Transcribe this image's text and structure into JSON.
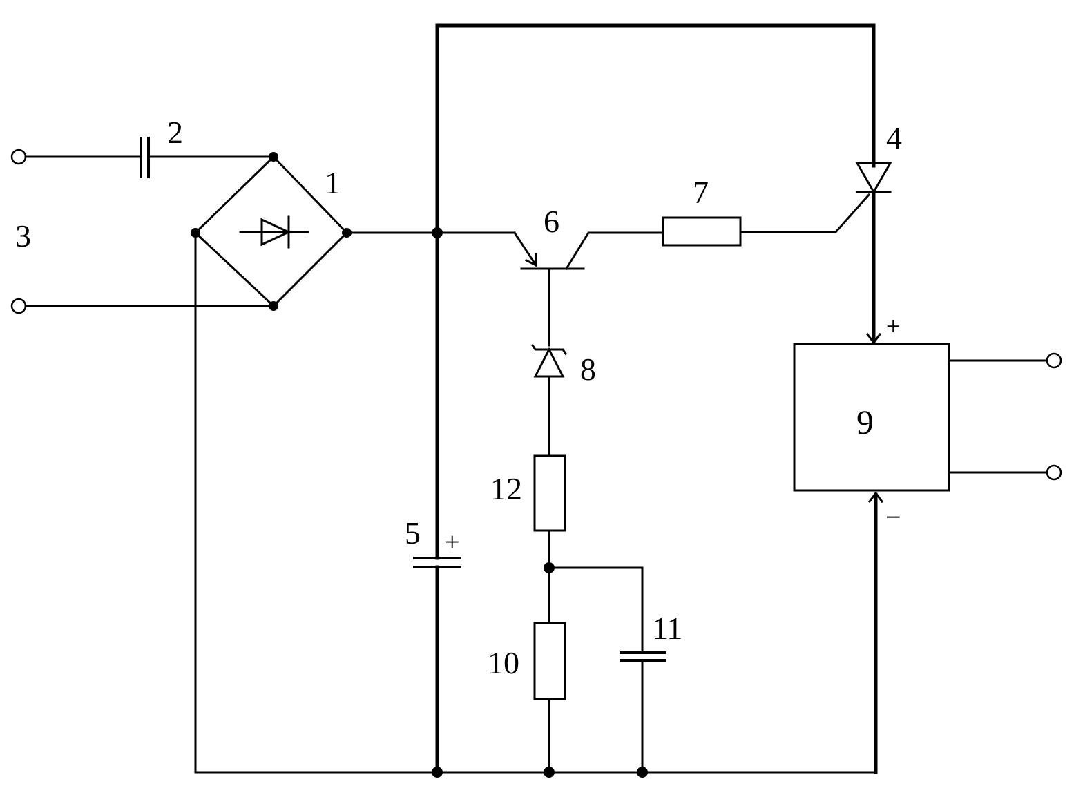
{
  "diagram": {
    "labels": {
      "bridge_rectifier": "1",
      "input_capacitor": "2",
      "input_terminals": "3",
      "thyristor": "4",
      "storage_capacitor": "5",
      "storage_capacitor_plus": "+",
      "transistor": "6",
      "gate_resistor": "7",
      "zener_diode": "8",
      "load_block": "9",
      "load_plus": "+",
      "load_minus": "−",
      "lower_resistor": "10",
      "timing_capacitor": "11",
      "upper_resistor": "12"
    }
  }
}
